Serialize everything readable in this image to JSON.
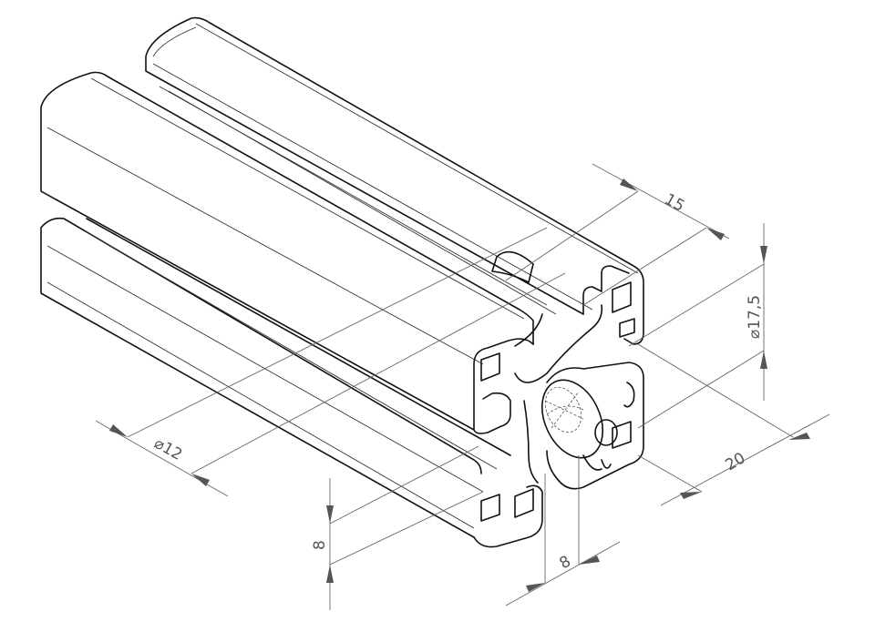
{
  "drawing": {
    "title": "Aluminium extrusion profile 20x20 isometric view",
    "dimensions": {
      "slot_width": "15",
      "outer_diameter": "⌀17,5",
      "bore_diameter": "⌀12",
      "profile_width": "20",
      "slot_depth_vertical": "8",
      "slot_depth_horizontal": "8"
    },
    "colors": {
      "line": "#111111",
      "dimension": "#666666"
    }
  }
}
